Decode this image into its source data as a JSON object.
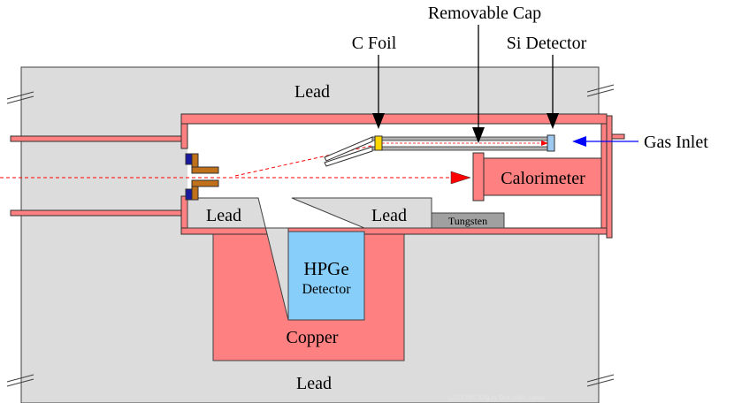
{
  "labels": {
    "removable_cap": "Removable Cap",
    "c_foil": "C Foil",
    "si_detector": "Si Detector",
    "gas_inlet": "Gas Inlet",
    "lead_top": "Lead",
    "lead_bottom": "Lead",
    "lead_left_wedge": "Lead",
    "lead_right_wedge": "Lead",
    "tungsten": "Tungsten",
    "calorimeter": "Calorimeter",
    "hpge_line1": "HPGe",
    "hpge_line2": "Detector",
    "copper": "Copper",
    "watermark": "12/13/2005 Xfig by Dott. Alber Lorent"
  },
  "colors": {
    "lead": "#dcdcdc",
    "copper": "#ff8080",
    "hpge": "#87cefa",
    "tungsten": "#a0a0a0",
    "beam": "#ff0000",
    "gas_arrow": "#0000ff",
    "foil": "#ffd700",
    "si_detector": "#9ec9f0",
    "electrode": "#c0701a",
    "insulator": "#1a1aa0"
  }
}
